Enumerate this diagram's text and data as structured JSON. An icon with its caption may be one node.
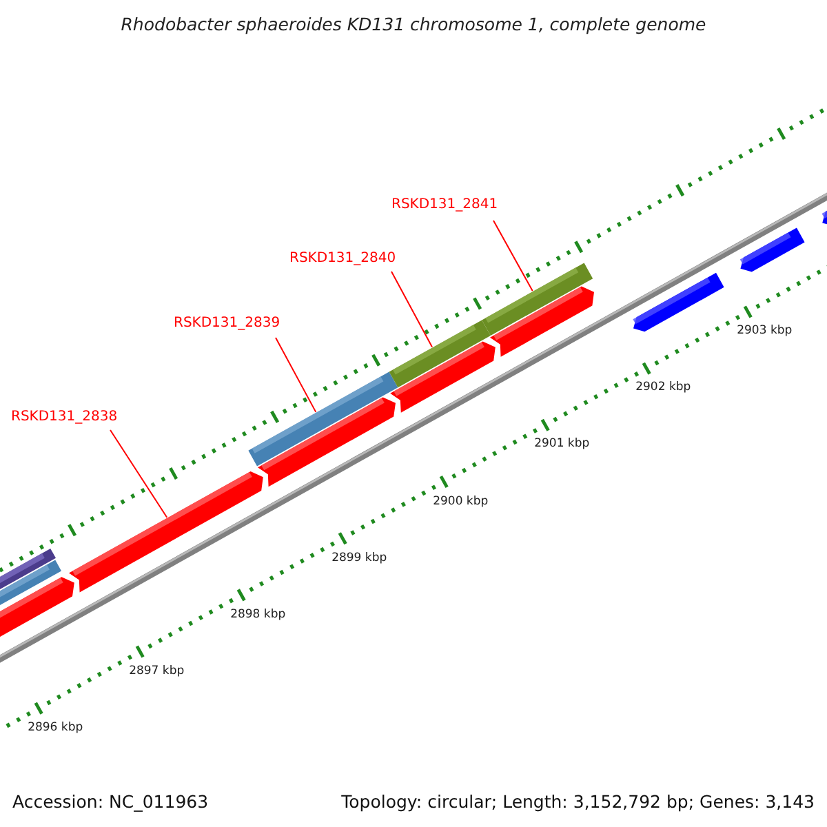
{
  "diagram": {
    "title": "Rhodobacter sphaeroides KD131 chromosome 1, complete genome",
    "nodes": [
      {
        "text": [
          "RSKD131_2838"
        ]
      },
      {
        "text": [
          "RSKD131_2839"
        ]
      },
      {
        "text": [
          "RSKD131_2840"
        ]
      },
      {
        "text": [
          "RSKD131_2841"
        ]
      },
      {
        "text": [],
        "shape": "bar"
      },
      {
        "text": [],
        "shape": "bar"
      },
      {
        "text": [],
        "shape": "bar"
      },
      {
        "text": [],
        "shape": "bar"
      }
    ],
    "edges": [
      {
        "from": 0,
        "to": 4,
        "arrow": "none"
      },
      {
        "from": 1,
        "to": 5,
        "arrow": "none"
      },
      {
        "from": 2,
        "to": 6,
        "arrow": "none"
      },
      {
        "from": 3,
        "to": 7,
        "arrow": "none"
      }
    ],
    "labels": [
      "2903 kbp",
      "2902 kbp",
      "2901 kbp",
      "2900 kbp",
      "2899 kbp",
      "2898 kbp",
      "2897 kbp",
      "2896 kbp",
      "Accession: NC_011963",
      "Topology: circular; Length: 3,152,792 bp; Genes: 3,143"
    ]
  }
}
